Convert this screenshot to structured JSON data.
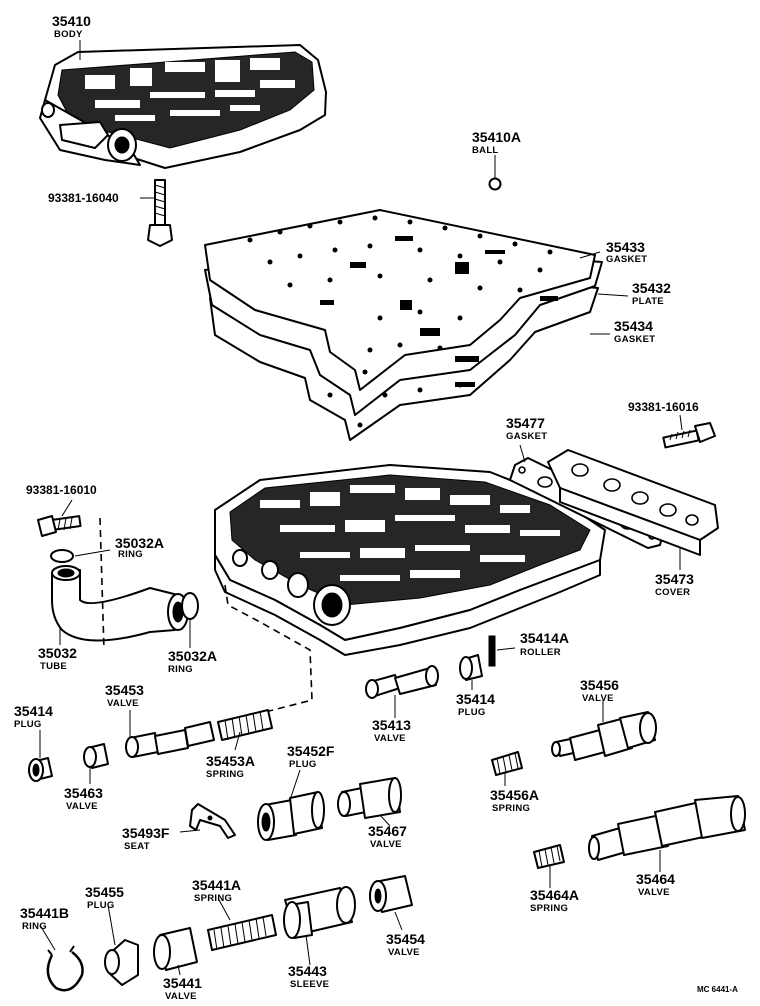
{
  "parts": {
    "p35410": {
      "no": "35410",
      "name": "BODY"
    },
    "p35410A": {
      "no": "35410A",
      "name": "BALL"
    },
    "b16040": {
      "no": "93381-16040",
      "name": ""
    },
    "p35433": {
      "no": "35433",
      "name": "GASKET"
    },
    "p35432": {
      "no": "35432",
      "name": "PLATE"
    },
    "p35434": {
      "no": "35434",
      "name": "GASKET"
    },
    "b16016": {
      "no": "93381-16016",
      "name": ""
    },
    "p35477": {
      "no": "35477",
      "name": "GASKET"
    },
    "b16010": {
      "no": "93381-16010",
      "name": ""
    },
    "p35032A1": {
      "no": "35032A",
      "name": "RING"
    },
    "p35473": {
      "no": "35473",
      "name": "COVER"
    },
    "p35032": {
      "no": "35032",
      "name": "TUBE"
    },
    "p35032A2": {
      "no": "35032A",
      "name": "RING"
    },
    "p35414A": {
      "no": "35414A",
      "name": "ROLLER"
    },
    "p35414b": {
      "no": "35414",
      "name": "PLUG"
    },
    "p35413": {
      "no": "35413",
      "name": "VALVE"
    },
    "p35456": {
      "no": "35456",
      "name": "VALVE"
    },
    "p35414a": {
      "no": "35414",
      "name": "PLUG"
    },
    "p35453": {
      "no": "35453",
      "name": "VALVE"
    },
    "p35453A": {
      "no": "35453A",
      "name": "SPRING"
    },
    "p35452F": {
      "no": "35452F",
      "name": "PLUG"
    },
    "p35463": {
      "no": "35463",
      "name": "VALVE"
    },
    "p35456A": {
      "no": "35456A",
      "name": "SPRING"
    },
    "p35493F": {
      "no": "35493F",
      "name": "SEAT"
    },
    "p35467": {
      "no": "35467",
      "name": "VALVE"
    },
    "p35464": {
      "no": "35464",
      "name": "VALVE"
    },
    "p35464A": {
      "no": "35464A",
      "name": "SPRING"
    },
    "p35441A": {
      "no": "35441A",
      "name": "SPRING"
    },
    "p35455": {
      "no": "35455",
      "name": "PLUG"
    },
    "p35441B": {
      "no": "35441B",
      "name": "RING"
    },
    "p35454": {
      "no": "35454",
      "name": "VALVE"
    },
    "p35441": {
      "no": "35441",
      "name": "VALVE"
    },
    "p35443": {
      "no": "35443",
      "name": "SLEEVE"
    }
  },
  "diagram_ref": "MC 6441-A"
}
